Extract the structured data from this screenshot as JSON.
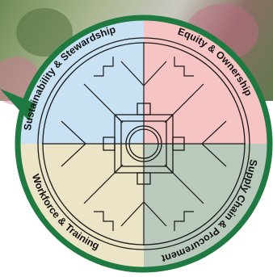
{
  "diagram": {
    "quadrants": [
      {
        "label": "Sustainability & Stewardship",
        "color": "#c9e2f3"
      },
      {
        "label": "Equity & Ownership",
        "color": "#f7c4c4"
      },
      {
        "label": "Supply Chain & Procurement",
        "color": "#b9c9bb"
      },
      {
        "label": "Workforce & Training",
        "color": "#ece4c6"
      }
    ],
    "ring_color": "#1e7a41",
    "line_color": "#1a1a1a"
  }
}
